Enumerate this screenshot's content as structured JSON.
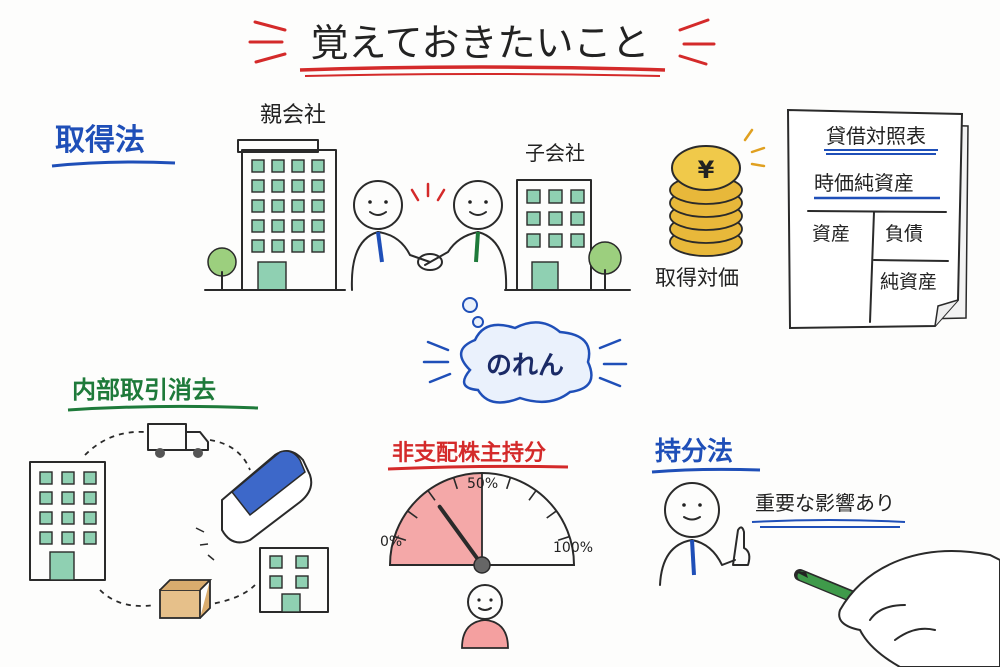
{
  "title": "覚えておきたいこと",
  "colors": {
    "red": "#d42a2a",
    "blue": "#1f4fb8",
    "green": "#1e7a3a",
    "gold": "#e0b030",
    "ink": "#2a2a2a"
  },
  "acquisition": {
    "heading": "取得法",
    "parent_label": "親会社",
    "subsidiary_label": "子会社",
    "consideration_label": "取得対価",
    "coin_symbol": "¥"
  },
  "balance_sheet": {
    "title": "貸借対照表",
    "subtitle": "時価純資産",
    "assets": "資産",
    "liabilities": "負債",
    "net_assets": "純資産"
  },
  "goodwill": {
    "label": "のれん"
  },
  "intercompany": {
    "heading": "内部取引消去"
  },
  "nci": {
    "heading": "非支配株主持分",
    "gauge_labels": [
      "0%",
      "50%",
      "100%"
    ],
    "shaded_to_percent": 50,
    "needle_percent": 30
  },
  "equity_method": {
    "heading": "持分法",
    "speech": "重要な影響あり"
  }
}
